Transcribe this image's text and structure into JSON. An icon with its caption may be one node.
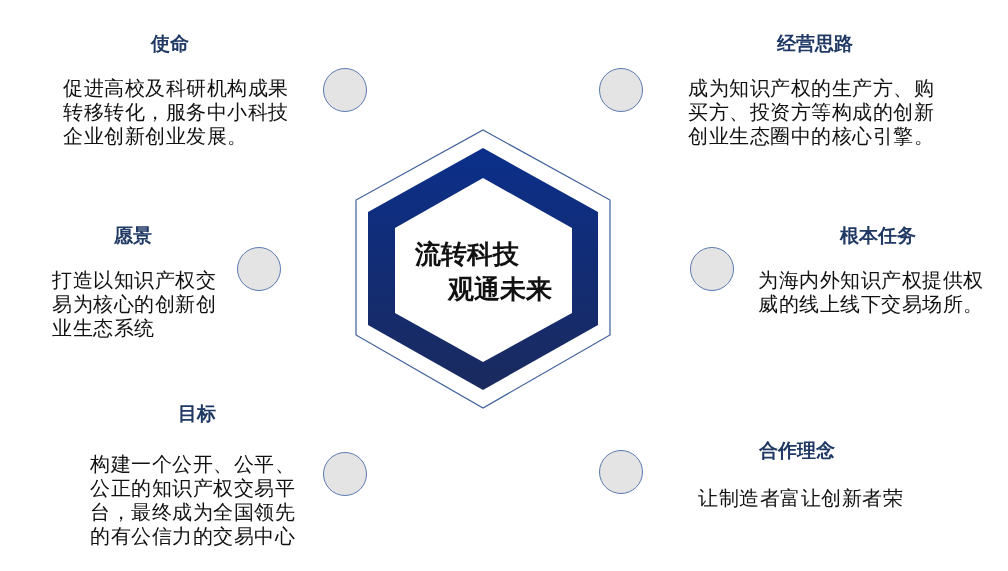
{
  "diagram": {
    "nodes": [
      {
        "text": [
          "流转科技",
          "观通未来"
        ]
      },
      {
        "text": [],
        "shape": "circle",
        "beside": [
          "使命",
          "促进高校及科研机构成果转移转化，服务中小科技企业创新创业发展。"
        ]
      },
      {
        "text": [],
        "shape": "circle",
        "beside": [
          "经营思路",
          "成为知识产权的生产方、购买方、投资方等构成的创新创业生态圈中的核心引擎。"
        ]
      },
      {
        "text": [],
        "shape": "circle",
        "beside": [
          "愿景",
          "打造以知识产权交易为核心的创新创业生态系统"
        ]
      },
      {
        "text": [],
        "shape": "circle",
        "beside": [
          "根本任务",
          "为海内外知识产权提供权威的线上线下交易场所。"
        ]
      },
      {
        "text": [],
        "shape": "circle",
        "beside": [
          "目标",
          "构建一个公开、公平、公正的知识产权交易平台，最终成为全国领先的有公信力的交易中心"
        ]
      },
      {
        "text": [],
        "shape": "circle",
        "beside": [
          "合作理念",
          "让制造者富让创新者荣"
        ]
      }
    ]
  }
}
